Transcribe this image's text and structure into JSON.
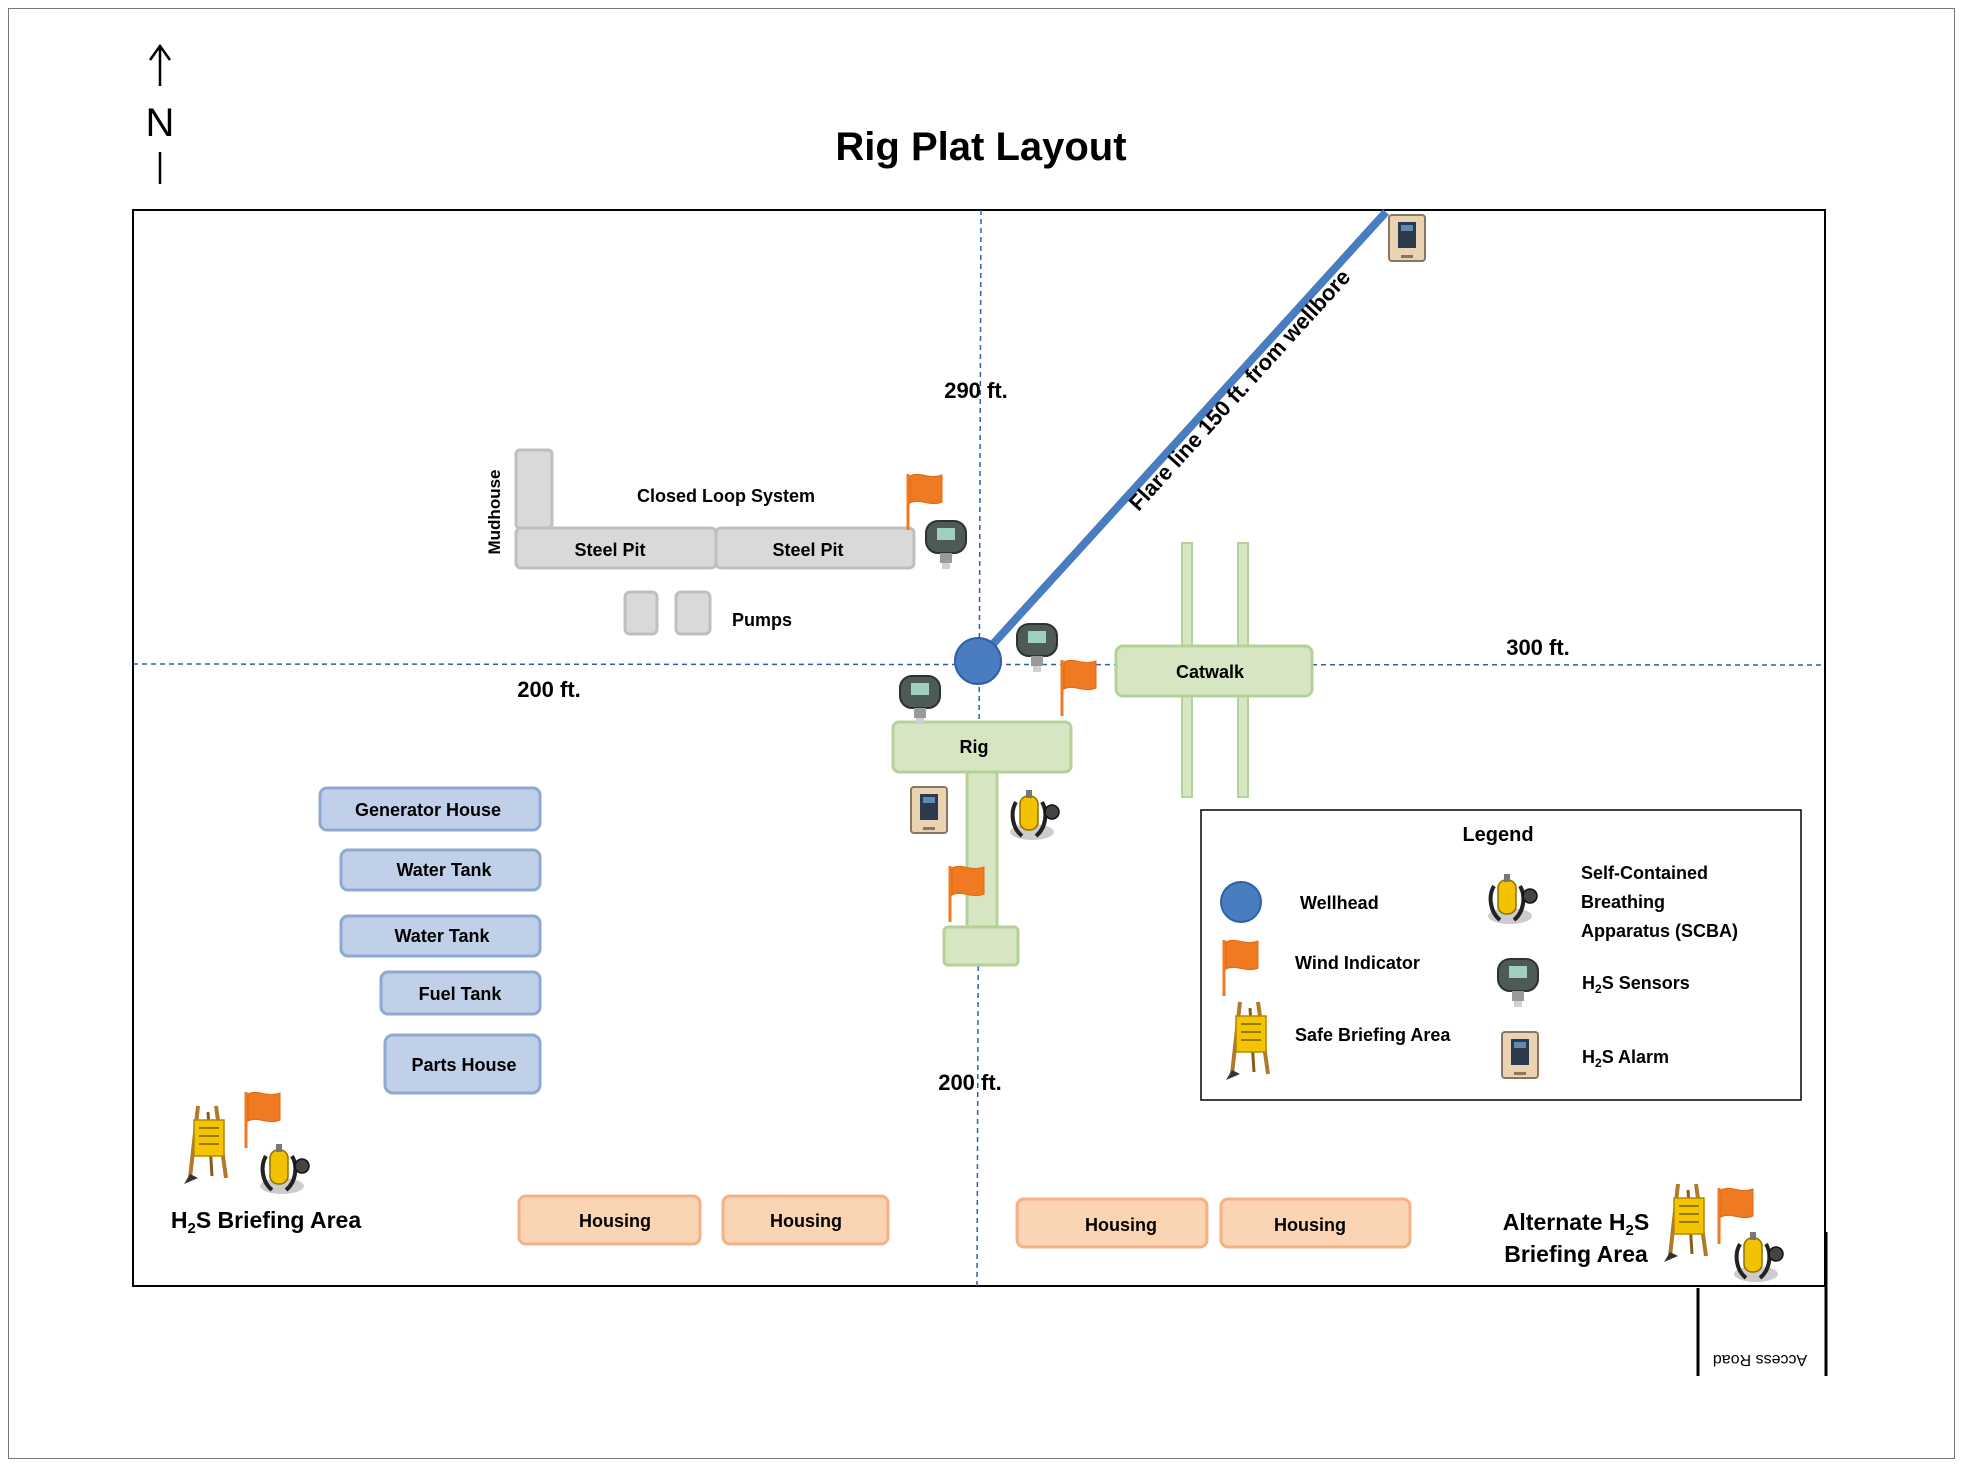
{
  "title": "Rig Plat Layout",
  "north": "N",
  "distances": {
    "north": "290 ft.",
    "east": "300 ft.",
    "west": "200 ft.",
    "south": "200 ft."
  },
  "flare_line": "Flare line 150 ft. from wellbore",
  "equipment": {
    "mudhouse": "Mudhouse",
    "closed_loop": "Closed Loop System",
    "steel_pit_1": "Steel Pit",
    "steel_pit_2": "Steel Pit",
    "pumps": "Pumps",
    "catwalk": "Catwalk",
    "rig": "Rig",
    "generator_house": "Generator House",
    "water_tank_1": "Water Tank",
    "water_tank_2": "Water Tank",
    "fuel_tank": "Fuel Tank",
    "parts_house": "Parts House",
    "housing": [
      "Housing",
      "Housing",
      "Housing",
      "Housing"
    ]
  },
  "briefing": {
    "main_prefix": "H",
    "main_sub": "2",
    "main_suffix": "S Briefing Area",
    "alt_line1_prefix": "Alternate H",
    "alt_line1_sub": "2",
    "alt_line1_suffix": "S",
    "alt_line2": "Briefing Area"
  },
  "access_road": "Access Road",
  "legend": {
    "title": "Legend",
    "wellhead": "Wellhead",
    "wind_indicator": "Wind Indicator",
    "safe_briefing": "Safe Briefing Area",
    "scba_1": "Self-Contained",
    "scba_2": "Breathing",
    "scba_3": "Apparatus (SCBA)",
    "sensor_prefix": "H",
    "sensor_sub": "2",
    "sensor_suffix": "S Sensors",
    "alarm_prefix": "H",
    "alarm_sub": "2",
    "alarm_suffix": "S Alarm"
  },
  "colors": {
    "grey_fill": "#d9d9d9",
    "grey_stroke": "#bfbfbf",
    "green_fill": "#d6e6c2",
    "green_stroke": "#b5d19a",
    "blue_fill": "#bfd0e8",
    "blue_stroke": "#8eaad0",
    "orange_fill": "#fbd4b4",
    "orange_stroke": "#f4b183",
    "wellhead": "#4a7cc0",
    "flare": "#4a7cc0",
    "flag": "#f07a22"
  }
}
